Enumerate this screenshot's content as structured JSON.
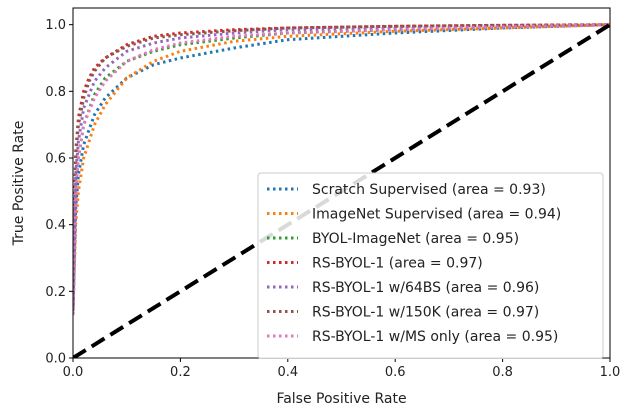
{
  "chart_data": {
    "type": "line",
    "title": "",
    "xlabel": "False Positive Rate",
    "ylabel": "True Positive Rate",
    "xlim": [
      0.0,
      1.0
    ],
    "ylim": [
      0.0,
      1.05
    ],
    "xticks": [
      "0.0",
      "0.2",
      "0.4",
      "0.6",
      "0.8",
      "1.0"
    ],
    "yticks": [
      "0.0",
      "0.2",
      "0.4",
      "0.6",
      "0.8",
      "1.0"
    ],
    "grid": false,
    "legend_position": "lower-right",
    "diagonal": {
      "x": [
        0.0,
        1.0
      ],
      "y": [
        0.0,
        1.0
      ],
      "color": "#000000",
      "style": "dashed"
    },
    "series": [
      {
        "name": "Scratch Supervised (area = 0.93)",
        "color": "#1f77b4",
        "x": [
          0.0,
          0.005,
          0.01,
          0.02,
          0.04,
          0.06,
          0.1,
          0.15,
          0.2,
          0.3,
          0.4,
          0.6,
          0.8,
          1.0
        ],
        "y": [
          0.14,
          0.45,
          0.55,
          0.64,
          0.73,
          0.78,
          0.84,
          0.88,
          0.9,
          0.93,
          0.955,
          0.975,
          0.99,
          1.0
        ]
      },
      {
        "name": "ImageNet Supervised (area = 0.94)",
        "color": "#ff7f0e",
        "x": [
          0.0,
          0.005,
          0.01,
          0.02,
          0.04,
          0.06,
          0.1,
          0.15,
          0.2,
          0.3,
          0.4,
          0.6,
          0.8,
          1.0
        ],
        "y": [
          0.13,
          0.4,
          0.5,
          0.6,
          0.7,
          0.76,
          0.84,
          0.89,
          0.92,
          0.95,
          0.965,
          0.98,
          0.99,
          1.0
        ]
      },
      {
        "name": "BYOL-ImageNet (area = 0.95)",
        "color": "#2ca02c",
        "x": [
          0.0,
          0.005,
          0.01,
          0.02,
          0.04,
          0.06,
          0.1,
          0.15,
          0.2,
          0.3,
          0.4,
          0.6,
          0.8,
          1.0
        ],
        "y": [
          0.13,
          0.5,
          0.6,
          0.7,
          0.79,
          0.84,
          0.89,
          0.92,
          0.94,
          0.96,
          0.975,
          0.985,
          0.993,
          1.0
        ]
      },
      {
        "name": "RS-BYOL-1 (area = 0.97)",
        "color": "#d62728",
        "x": [
          0.0,
          0.005,
          0.01,
          0.02,
          0.03,
          0.04,
          0.06,
          0.1,
          0.15,
          0.2,
          0.3,
          0.4,
          0.6,
          0.8,
          1.0
        ],
        "y": [
          0.15,
          0.62,
          0.72,
          0.8,
          0.84,
          0.87,
          0.9,
          0.94,
          0.965,
          0.975,
          0.985,
          0.99,
          0.995,
          0.998,
          1.0
        ]
      },
      {
        "name": "RS-BYOL-1 w/64BS (area = 0.96)",
        "color": "#9467bd",
        "x": [
          0.0,
          0.005,
          0.01,
          0.02,
          0.04,
          0.06,
          0.1,
          0.15,
          0.2,
          0.3,
          0.4,
          0.6,
          0.8,
          1.0
        ],
        "y": [
          0.14,
          0.55,
          0.65,
          0.75,
          0.83,
          0.87,
          0.92,
          0.945,
          0.96,
          0.975,
          0.985,
          0.99,
          0.995,
          1.0
        ]
      },
      {
        "name": "RS-BYOL-1 w/150K (area = 0.97)",
        "color": "#8c564b",
        "x": [
          0.0,
          0.005,
          0.01,
          0.02,
          0.03,
          0.04,
          0.06,
          0.1,
          0.15,
          0.2,
          0.3,
          0.4,
          0.6,
          0.8,
          1.0
        ],
        "y": [
          0.15,
          0.6,
          0.7,
          0.78,
          0.83,
          0.86,
          0.9,
          0.935,
          0.96,
          0.97,
          0.982,
          0.99,
          0.995,
          0.998,
          1.0
        ]
      },
      {
        "name": "RS-BYOL-1 w/MS only (area = 0.95)",
        "color": "#e377c2",
        "x": [
          0.0,
          0.005,
          0.01,
          0.02,
          0.04,
          0.06,
          0.1,
          0.15,
          0.2,
          0.3,
          0.4,
          0.6,
          0.8,
          1.0
        ],
        "y": [
          0.13,
          0.5,
          0.6,
          0.7,
          0.78,
          0.83,
          0.89,
          0.925,
          0.945,
          0.965,
          0.975,
          0.985,
          0.993,
          1.0
        ]
      }
    ]
  }
}
